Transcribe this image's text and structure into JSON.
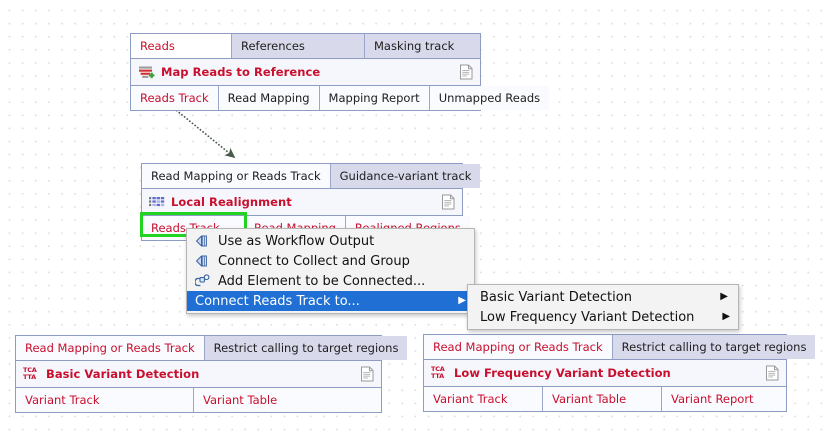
{
  "canvas": {
    "background": "#ffffff",
    "grid_dot_color": "#e3dede",
    "accent_red": "#c8102e",
    "header_lavender": "#d9d9ec",
    "block_border": "#8e9cc4",
    "selection_green": "#22d422",
    "menu_highlight_blue": "#1f6fd4"
  },
  "blocks": {
    "map_reads": {
      "title": "Map Reads to Reference",
      "title_icon": "map-reads-icon",
      "doc_icon": "document-icon",
      "inputs": [
        {
          "label": "Reads",
          "style": "required"
        },
        {
          "label": "References",
          "style": "optional"
        },
        {
          "label": "Masking track",
          "style": "optional"
        }
      ],
      "outputs": [
        {
          "label": "Reads Track"
        },
        {
          "label": "Read Mapping"
        },
        {
          "label": "Mapping Report"
        },
        {
          "label": "Unmapped Reads"
        }
      ]
    },
    "local_realignment": {
      "title": "Local Realignment",
      "title_icon": "local-realignment-icon",
      "doc_icon": "document-icon",
      "inputs": [
        {
          "label": "Read Mapping or Reads Track",
          "style": "plain"
        },
        {
          "label": "Guidance-variant track",
          "style": "optional"
        }
      ],
      "outputs": [
        {
          "label": "Reads Track",
          "selected": true
        },
        {
          "label": "Read Mapping"
        },
        {
          "label": "Realigned Regions"
        }
      ]
    },
    "basic_variant_detection": {
      "title": "Basic Variant Detection",
      "title_icon": "tca-tta-icon",
      "doc_icon": "document-icon",
      "inputs": [
        {
          "label": "Read Mapping or Reads Track",
          "style": "required"
        },
        {
          "label": "Restrict calling to target regions",
          "style": "optional"
        }
      ],
      "outputs": [
        {
          "label": "Variant Track"
        },
        {
          "label": "Variant Table"
        }
      ]
    },
    "low_frequency_variant_detection": {
      "title": "Low Frequency Variant Detection",
      "title_icon": "tca-tta-icon",
      "doc_icon": "document-icon",
      "inputs": [
        {
          "label": "Read Mapping or Reads Track",
          "style": "required"
        },
        {
          "label": "Restrict calling to target regions",
          "style": "optional"
        }
      ],
      "outputs": [
        {
          "label": "Variant Track"
        },
        {
          "label": "Variant Table"
        },
        {
          "label": "Variant Report"
        }
      ]
    }
  },
  "context_menu": {
    "items": [
      {
        "label": "Use as Workflow Output",
        "icon": "connect-output-icon",
        "has_submenu": false,
        "selected": false
      },
      {
        "label": "Connect to Collect and Group",
        "icon": "connect-output-icon",
        "has_submenu": false,
        "selected": false
      },
      {
        "label": "Add Element to be Connected...",
        "icon": "add-element-icon",
        "has_submenu": false,
        "selected": false
      },
      {
        "label": "Connect Reads Track to...",
        "icon": "none",
        "has_submenu": true,
        "selected": true
      }
    ],
    "submenu_arrow": "▶"
  },
  "submenu": {
    "items": [
      {
        "label": "Basic Variant Detection",
        "has_submenu": true
      },
      {
        "label": "Low Frequency Variant Detection",
        "has_submenu": true
      }
    ],
    "submenu_arrow": "▶"
  }
}
